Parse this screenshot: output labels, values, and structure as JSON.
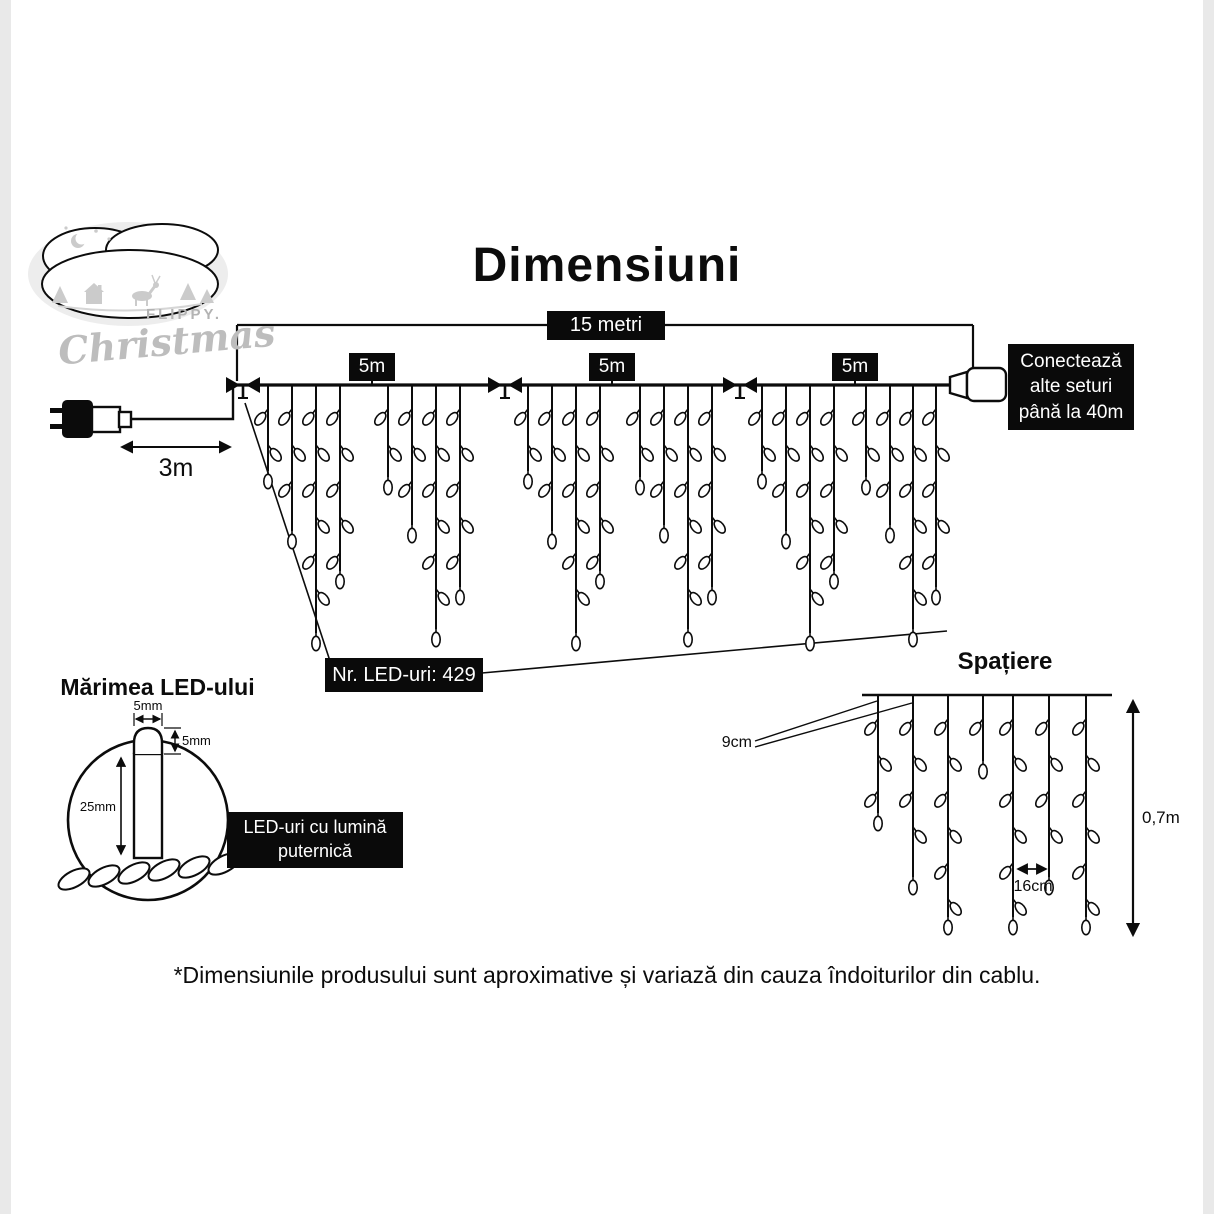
{
  "title": "Dimensiuni",
  "logo": {
    "brand_top": "FLIPPY.",
    "brand_script": "Christmas"
  },
  "main_diagram": {
    "total_length": "15 metri",
    "segments": [
      "5m",
      "5m",
      "5m"
    ],
    "lead_length": "3m",
    "led_count": "Nr. LED-uri: 429",
    "connect_lines": [
      "Conectează",
      "alte seturi",
      "până la 40m"
    ]
  },
  "led_size": {
    "heading": "Mărimea LED-ului",
    "width_label": "5mm",
    "dome_label": "5mm",
    "length_label": "25mm",
    "callout_lines": [
      "LED-uri cu lumină",
      "puternică"
    ]
  },
  "spacing": {
    "heading": "Spațiere",
    "gap_label": "9cm",
    "bottom_gap_label": "16cm",
    "height_label": "0,7m"
  },
  "disclaimer": "*Dimensiunile produsului sunt aproximative și variază din cauza îndoiturilor din cablu."
}
